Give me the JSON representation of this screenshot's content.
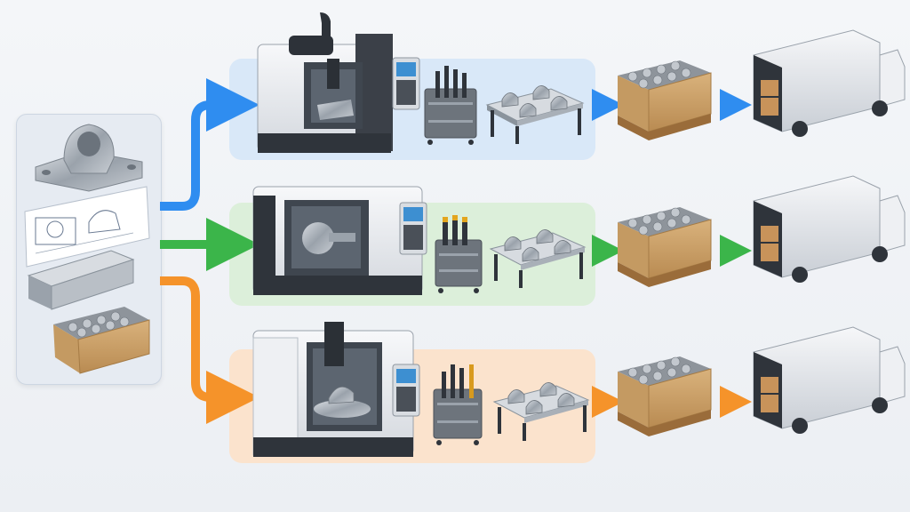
{
  "diagram": {
    "lanes": [
      {
        "id": "milling",
        "machine": "vertical-machining-center",
        "color": "#2f8df0",
        "band": "#dbe9f8"
      },
      {
        "id": "turning",
        "machine": "cnc-lathe",
        "color": "#3bb54a",
        "band": "#dff0dc"
      },
      {
        "id": "five-axis",
        "machine": "5-axis-machining-center",
        "color": "#f5932a",
        "band": "#fbe4cf"
      }
    ],
    "source_items": [
      "pillow-block-part-icon",
      "technical-drawing-icon",
      "raw-stock-bar-icon",
      "parts-crate-icon"
    ],
    "stage_icons": [
      "cnc-machine-icon",
      "tool-cart-icon",
      "fixture-table-icon",
      "parts-crate-on-pallet-icon",
      "delivery-truck-icon"
    ]
  }
}
